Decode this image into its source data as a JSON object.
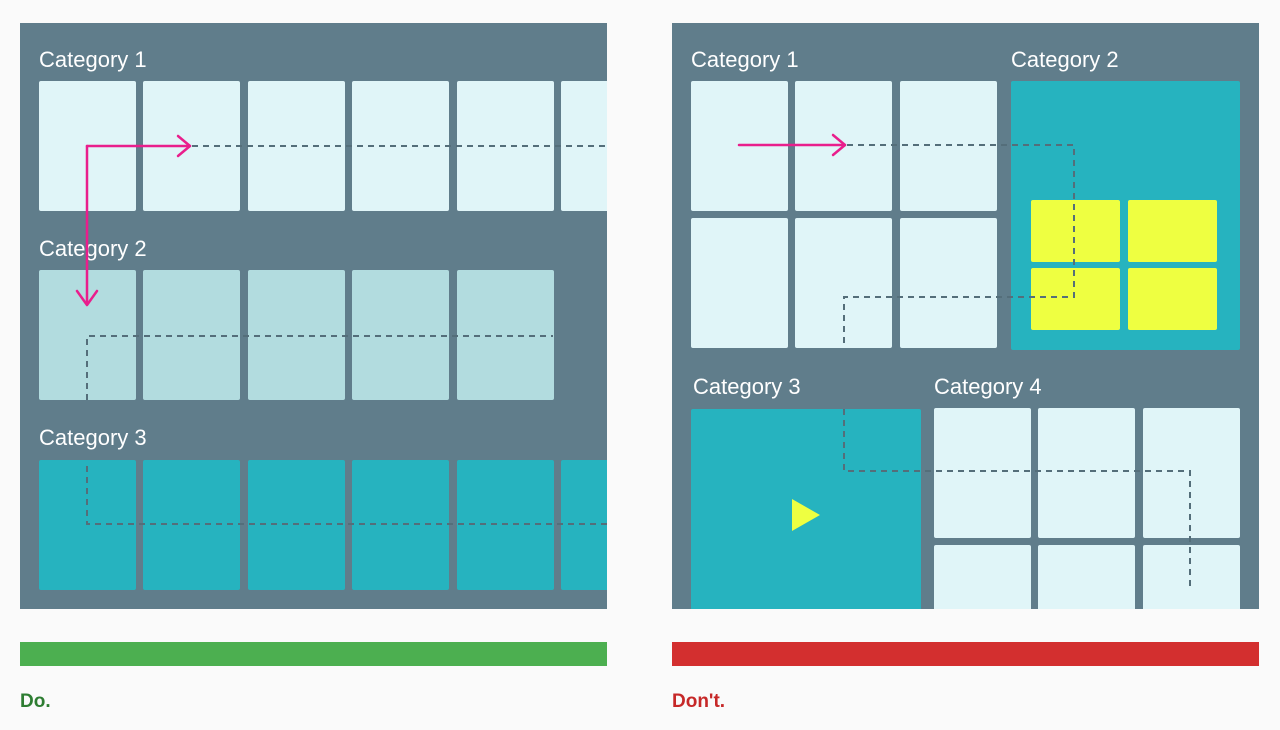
{
  "do_panel": {
    "categories": [
      "Category 1",
      "Category 2",
      "Category 3"
    ],
    "caption": "Do.",
    "bar_color": "#4caf50",
    "caption_color": "#2e7d32"
  },
  "dont_panel": {
    "categories": [
      "Category 1",
      "Category 2",
      "Category 3",
      "Category 4"
    ],
    "caption": "Don't.",
    "bar_color": "#d32f2f",
    "caption_color": "#c62828"
  },
  "colors": {
    "panel_background": "#607d8b",
    "tile_light": "#e0f5f8",
    "tile_mid": "#b2dcdf",
    "tile_teal": "#26b3bf",
    "tile_yellow": "#eeff41",
    "arrow": "#e91e8c",
    "path_dashed": "#546e7a"
  },
  "icons": {
    "play": "play-icon",
    "arrow": "arrow-icon"
  }
}
